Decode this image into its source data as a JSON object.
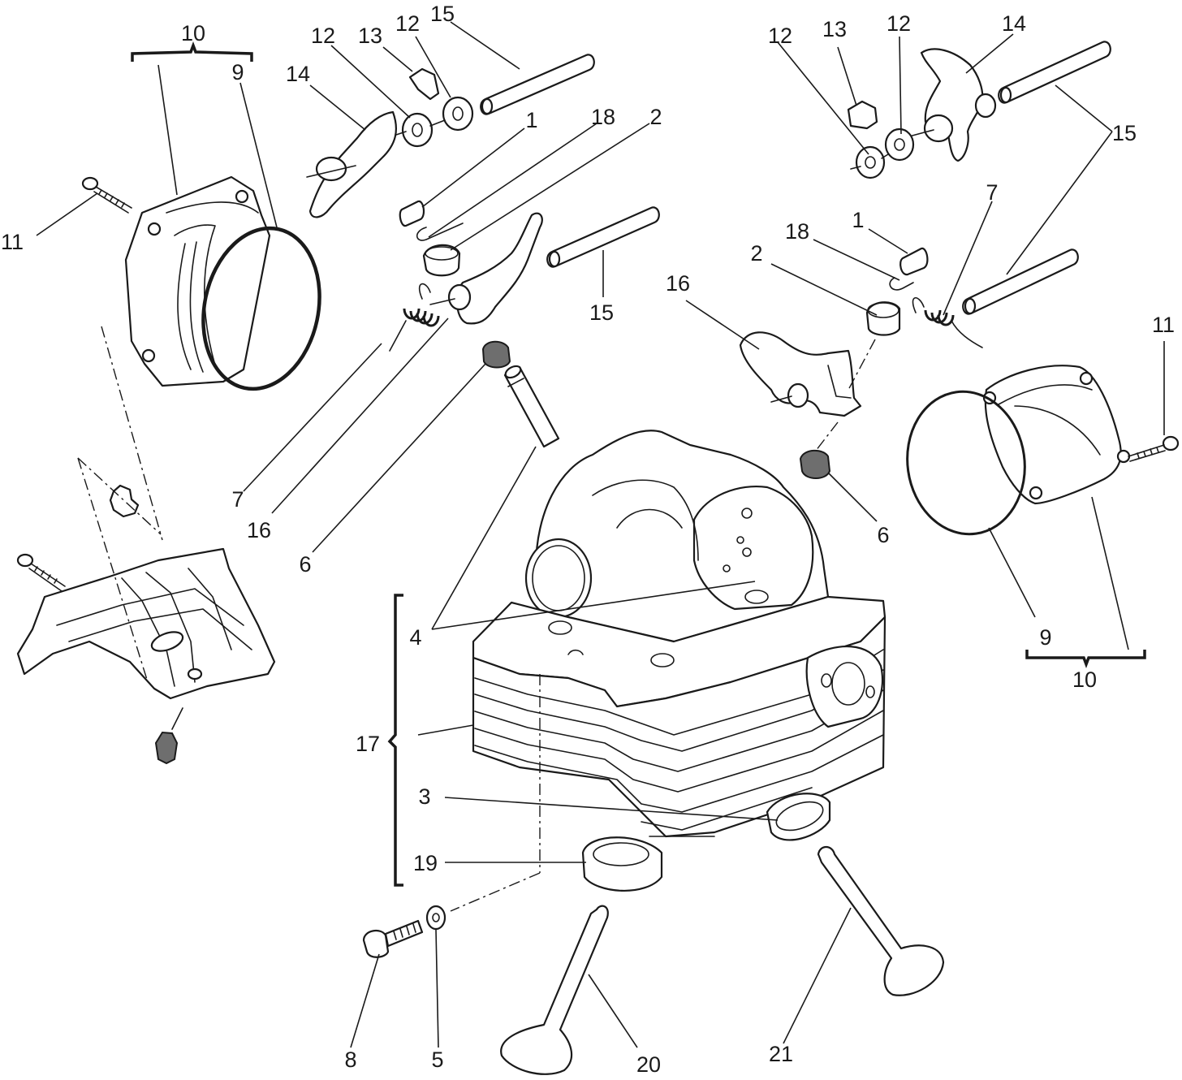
{
  "colors": {
    "ink": "#1a1a1a",
    "paper": "#ffffff",
    "rubber": "#6e6e6e"
  },
  "callouts": {
    "c10_left": "10",
    "c9_left": "9",
    "c12_a": "12",
    "c13_a": "13",
    "c12_b": "12",
    "c15_a": "15",
    "c14_left": "14",
    "c11_left": "11",
    "c1_left": "1",
    "c18_left": "18",
    "c2_left": "2",
    "c15_b": "15",
    "c7_left": "7",
    "c16_left": "16",
    "c6_left": "6",
    "c12_c": "12",
    "c13_b": "13",
    "c12_d": "12",
    "c14_right": "14",
    "c15_c": "15",
    "c1_right": "1",
    "c18_right": "18",
    "c7_right": "7",
    "c2_right": "2",
    "c16_right": "16",
    "c11_right": "11",
    "c6_right": "6",
    "c9_right": "9",
    "c10_right": "10",
    "c4": "4",
    "c17": "17",
    "c3": "3",
    "c19": "19",
    "c8": "8",
    "c5": "5",
    "c20": "20",
    "c21": "21"
  }
}
